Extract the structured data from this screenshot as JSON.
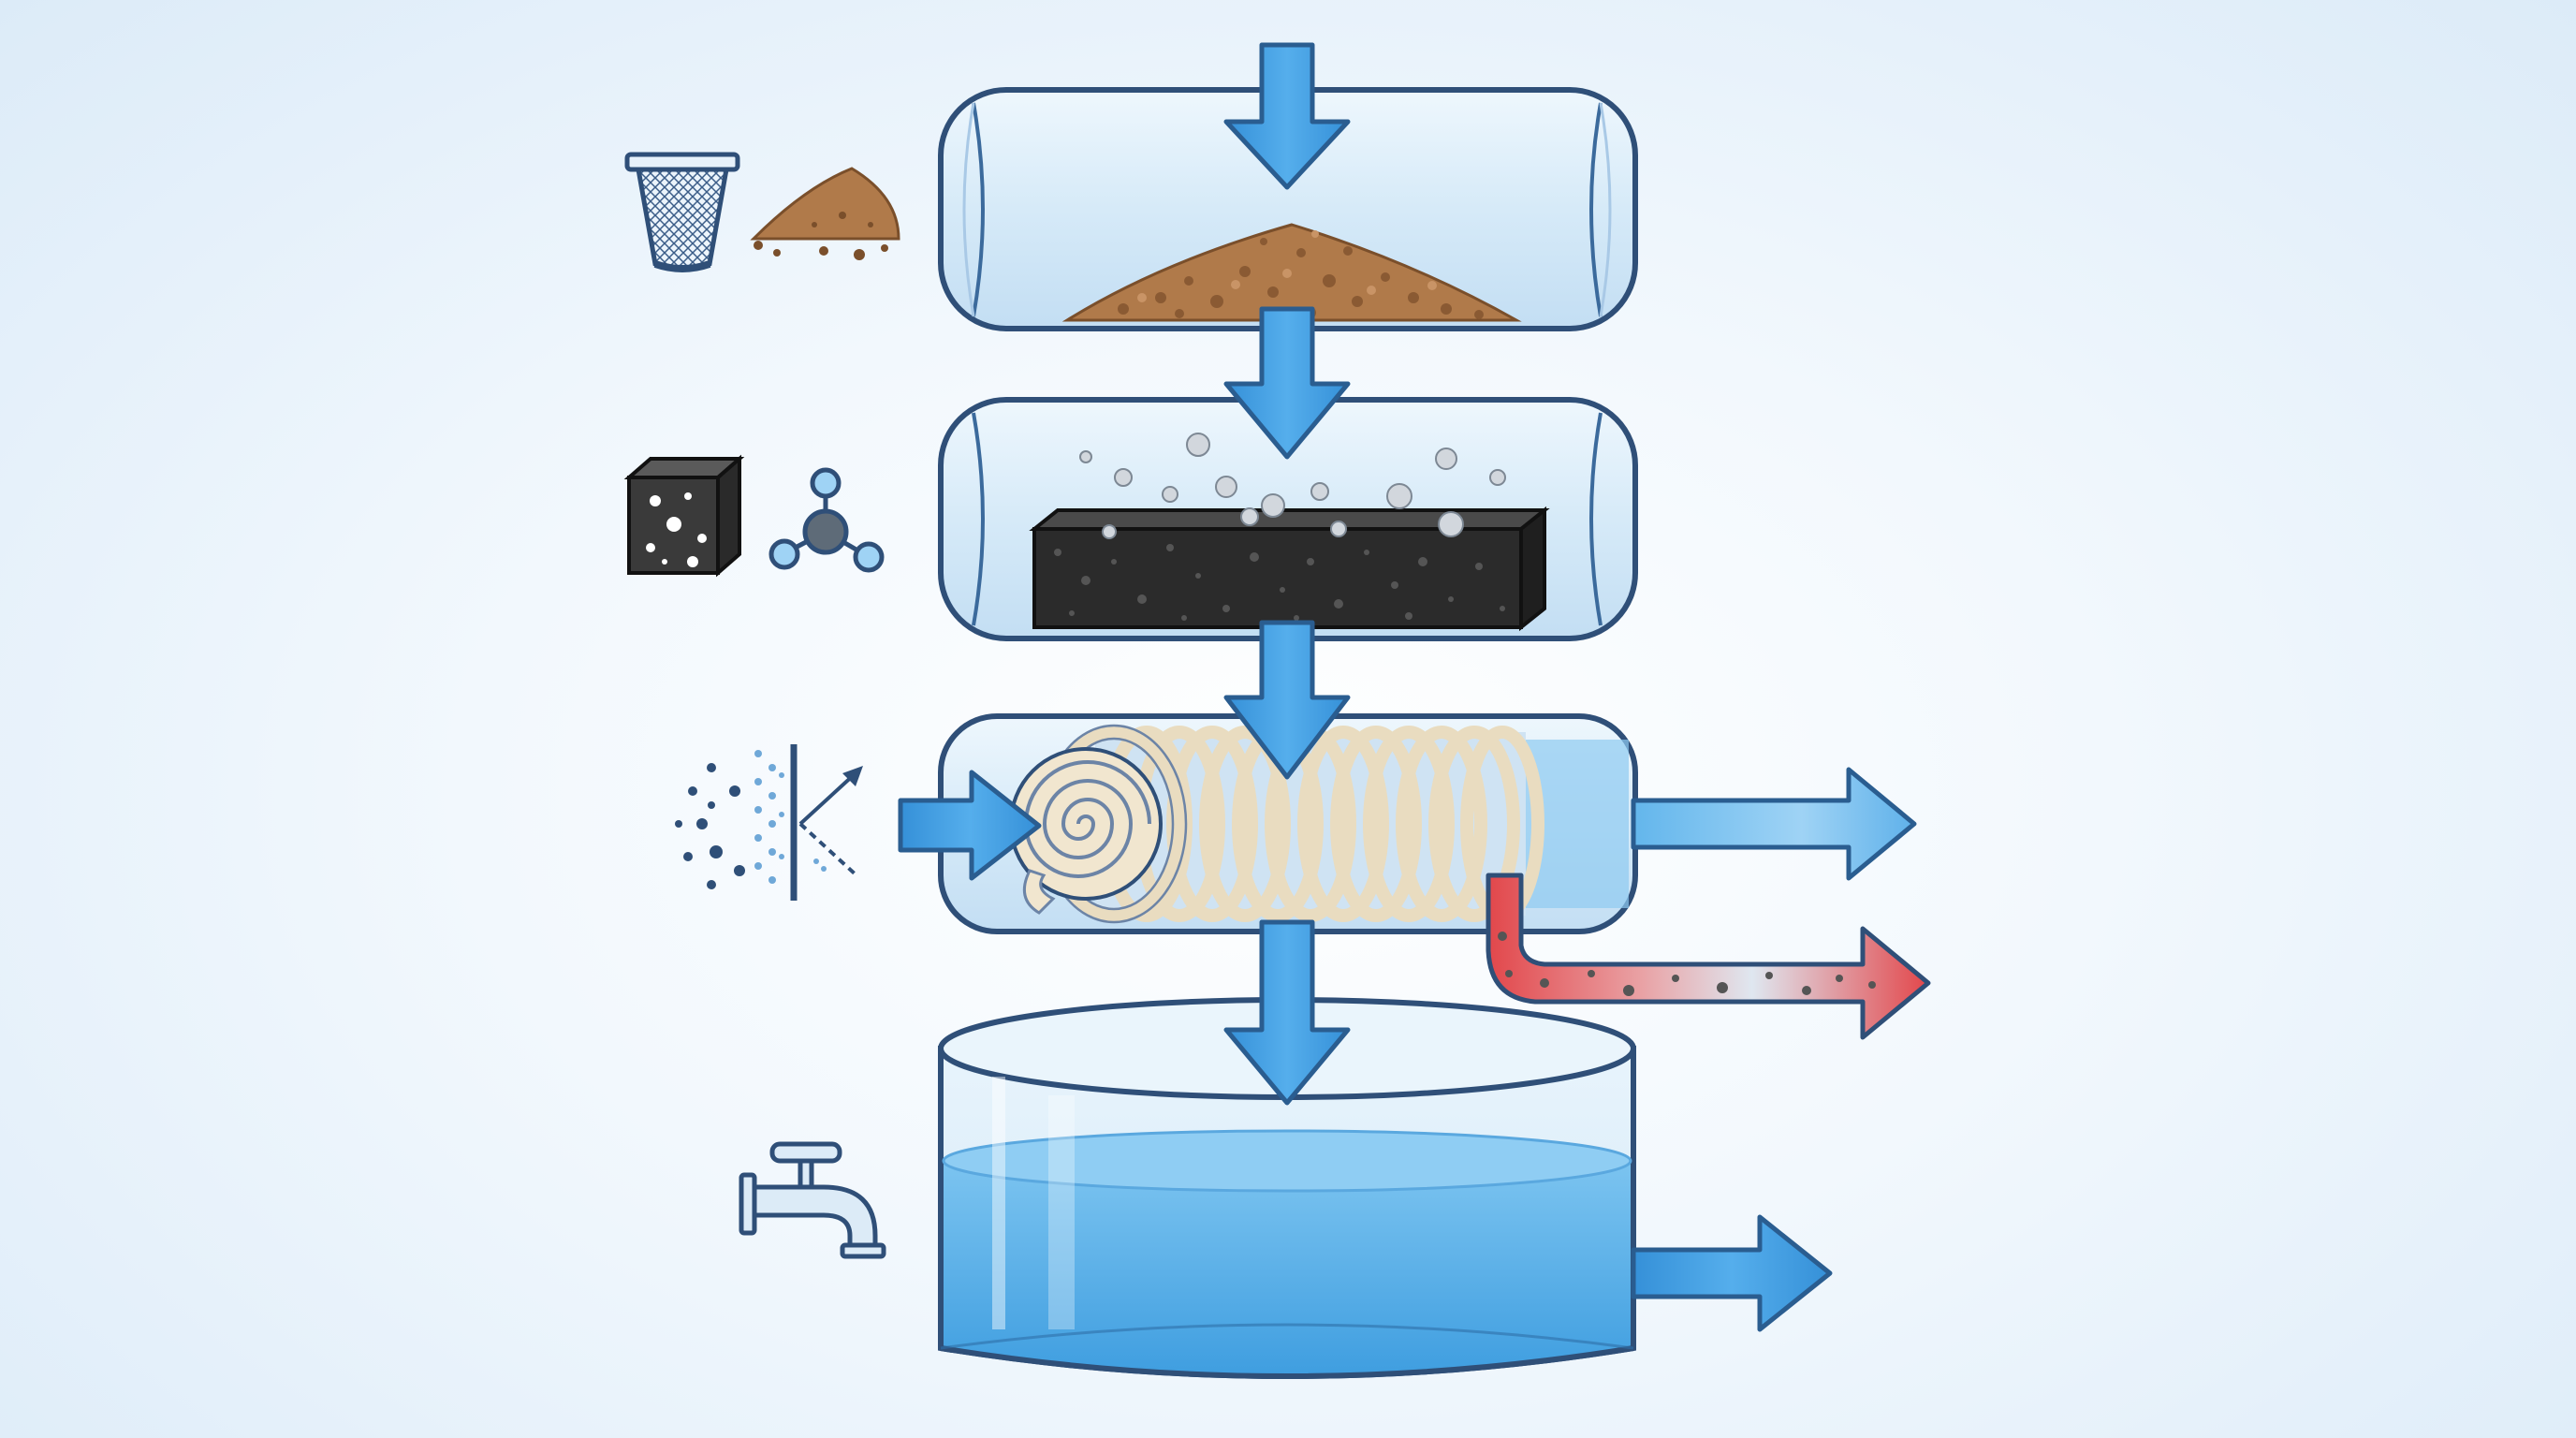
{
  "diagram": {
    "colors": {
      "background": "#e6f1fb",
      "outline": "#2f4f78",
      "arrow_fill": "#3d9be0",
      "arrow_stroke": "#2a5d90",
      "tube_glass": "#d6eaf8",
      "sediment": "#b07a4a",
      "carbon": "#2b2b2b",
      "membrane": "#f1e6cf",
      "reject_stream": "#e0474c",
      "water": "#57aee6"
    },
    "stages": [
      {
        "id": "sediment-filter",
        "icons": [
          "mesh-basket-icon",
          "sand-pile-icon"
        ]
      },
      {
        "id": "activated-carbon-filter",
        "icons": [
          "carbon-block-icon",
          "molecule-icon"
        ]
      },
      {
        "id": "reverse-osmosis-membrane",
        "icons": [
          "membrane-rejection-icon"
        ]
      },
      {
        "id": "clean-water-storage-tank",
        "icons": [
          "water-faucet-icon"
        ]
      }
    ],
    "outputs": [
      "purified-water-outlet",
      "reject-water-outlet",
      "tank-outlet"
    ]
  }
}
